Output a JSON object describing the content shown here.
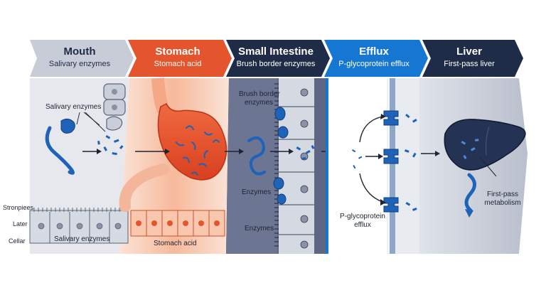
{
  "stages": [
    {
      "title": "Mouth",
      "subtitle": "Salivary enzymes"
    },
    {
      "title": "Stomach",
      "subtitle": "Stomach acid"
    },
    {
      "title": "Small Intestine",
      "subtitle": "Brush border enzymes"
    },
    {
      "title": "Efflux",
      "subtitle": "P-glycoprotein efflux"
    },
    {
      "title": "Liver",
      "subtitle": "First-pass liver"
    }
  ],
  "labels": {
    "mouth_enzymes": "Salivary enzymes",
    "mouth_bottom": "Salivary enzymes",
    "side_1": "Stronpiees",
    "side_2": "Later",
    "side_3": "Cellar",
    "stomach_bottom": "Stomach acid",
    "brush_border_line1": "Brush border",
    "brush_border_line2": "enzymes",
    "enzymes_1": "Enzymes",
    "enzymes_2": "Enzymes",
    "pgp_line1": "P-glycoprotein",
    "pgp_line2": "efflux",
    "fp_line1": "First-pass",
    "fp_line2": "metabolism"
  },
  "colors": {
    "mouth_band": "#c8ccd6",
    "stomach_band": "#e5552d",
    "intestine_band": "#1f2c47",
    "efflux_band": "#1677d2",
    "liver_band": "#1f2c47",
    "drug_blue": "#1e63b8",
    "liver_fill": "#243353"
  }
}
